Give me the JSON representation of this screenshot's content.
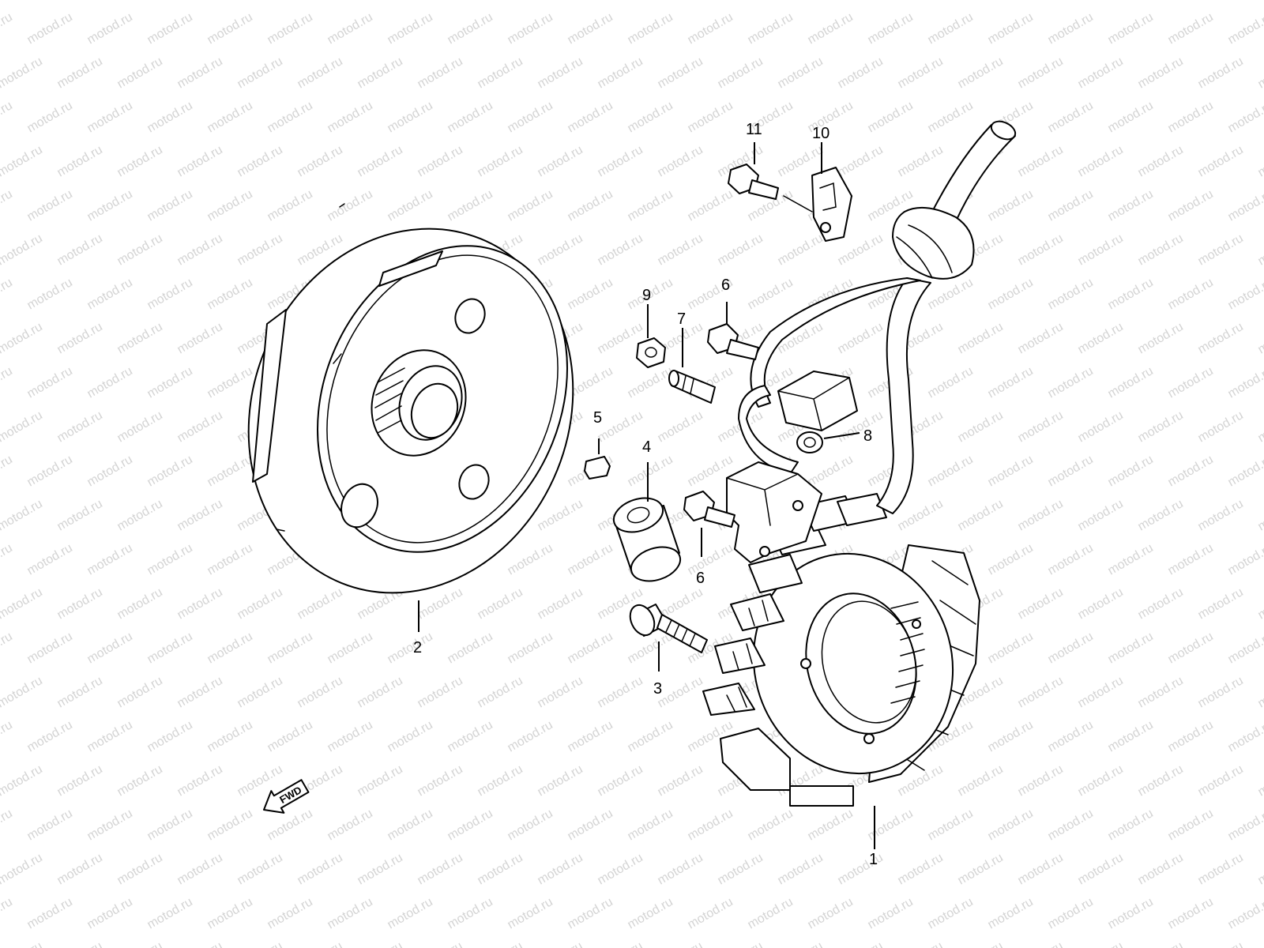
{
  "watermark": "motod.ru",
  "direction_label": "FWD",
  "callouts": [
    "1",
    "2",
    "3",
    "4",
    "5",
    "6",
    "6",
    "7",
    "8",
    "9",
    "10",
    "11"
  ],
  "parts": {
    "stator": "1",
    "rotor": "2",
    "rotor_bolt": "3",
    "spacer": "4",
    "woodruff_key": "5",
    "screw_upper": "6",
    "screw_lower": "6",
    "stud": "7",
    "grommet": "8",
    "nut": "9",
    "clamp": "10",
    "clamp_screw": "11"
  }
}
